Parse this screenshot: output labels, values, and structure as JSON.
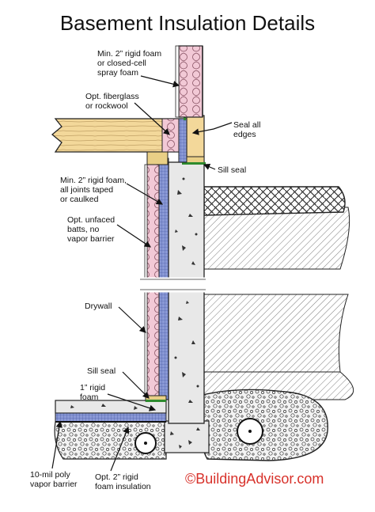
{
  "title": "Basement Insulation Details",
  "labels": {
    "rigid_foam_top": "Min. 2” rigid foam\nor closed-cell\nspray foam",
    "fiberglass": "Opt. fiberglass\nor rockwool",
    "seal_edges": "Seal all\nedges",
    "sill_seal_top": "Sill seal",
    "rigid_foam_wall": "Min. 2” rigid foam,\nall joints taped\nor caulked",
    "unfaced_batts": "Opt. unfaced\nbatts, no\nvapor barrier",
    "drywall": "Drywall",
    "sill_seal_bottom": "Sill seal",
    "rigid_foam_1in": "1” rigid\nfoam",
    "poly_barrier": "10-mil poly\nvapor barrier",
    "foam_insulation_2in": "Opt. 2” rigid\nfoam insulation"
  },
  "copyright": "©BuildingAdvisor.com",
  "colors": {
    "title": "#111111",
    "copyright": "#d8322b",
    "joist_wood": "#f3d89a",
    "sill_plate": "#e9cf86",
    "batt_insulation": "#f2c9d6",
    "rigid_foam": "#7f8fd0",
    "concrete": "#e8e8e8",
    "sill_seal": "#2e8b2e",
    "gravel": "#f2f2f2"
  }
}
